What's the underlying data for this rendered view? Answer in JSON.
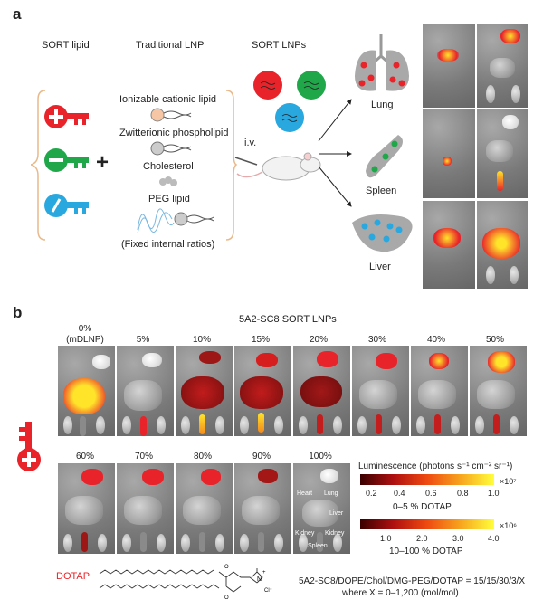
{
  "panel_a": {
    "letter": "a",
    "sort_lipid": "SORT lipid",
    "traditional_lnp": "Traditional LNP",
    "sort_lnps": "SORT LNPs",
    "components": [
      "Ionizable cationic lipid",
      "Zwitterionic phospholipid",
      "Cholesterol",
      "PEG lipid"
    ],
    "fixed_ratios": "(Fixed internal ratios)",
    "plus": "+",
    "route": "i.v.",
    "organs": [
      "Lung",
      "Spleen",
      "Liver"
    ],
    "colors": {
      "lung": "#e8242a",
      "spleen": "#1fa74a",
      "liver": "#29a8df",
      "orange_lipid": "#f7c7a5"
    }
  },
  "panel_b": {
    "letter": "b",
    "title": "5A2-SC8 SORT LNPs",
    "row1": [
      "0%\n(mDLNP)",
      "5%",
      "10%",
      "15%",
      "20%",
      "30%",
      "40%",
      "50%"
    ],
    "row2": [
      "60%",
      "70%",
      "80%",
      "90%",
      "100%"
    ],
    "tissue_labels": {
      "heart": "Heart",
      "lung": "Lung",
      "liver": "Liver",
      "kidney_l": "Kidney",
      "kidney_r": "Kidney",
      "spleen": "Spleen"
    },
    "luminescence_label": "Luminescence (photons s⁻¹ cm⁻² sr⁻¹)",
    "scale1": {
      "ticks": [
        "0.2",
        "0.4",
        "0.6",
        "0.8",
        "1.0"
      ],
      "exp": "×10⁷",
      "caption": "0–5 % DOTAP"
    },
    "scale2": {
      "ticks": [
        "1.0",
        "2.0",
        "3.0",
        "4.0"
      ],
      "exp": "×10⁶",
      "caption": "10–100 % DOTAP"
    },
    "dotap": "DOTAP",
    "formula": "5A2-SC8/DOPE/Chol/DMG-PEG/DOTAP = 15/15/30/3/X",
    "formula2": "where X = 0–1,200 (mol/mol)"
  }
}
